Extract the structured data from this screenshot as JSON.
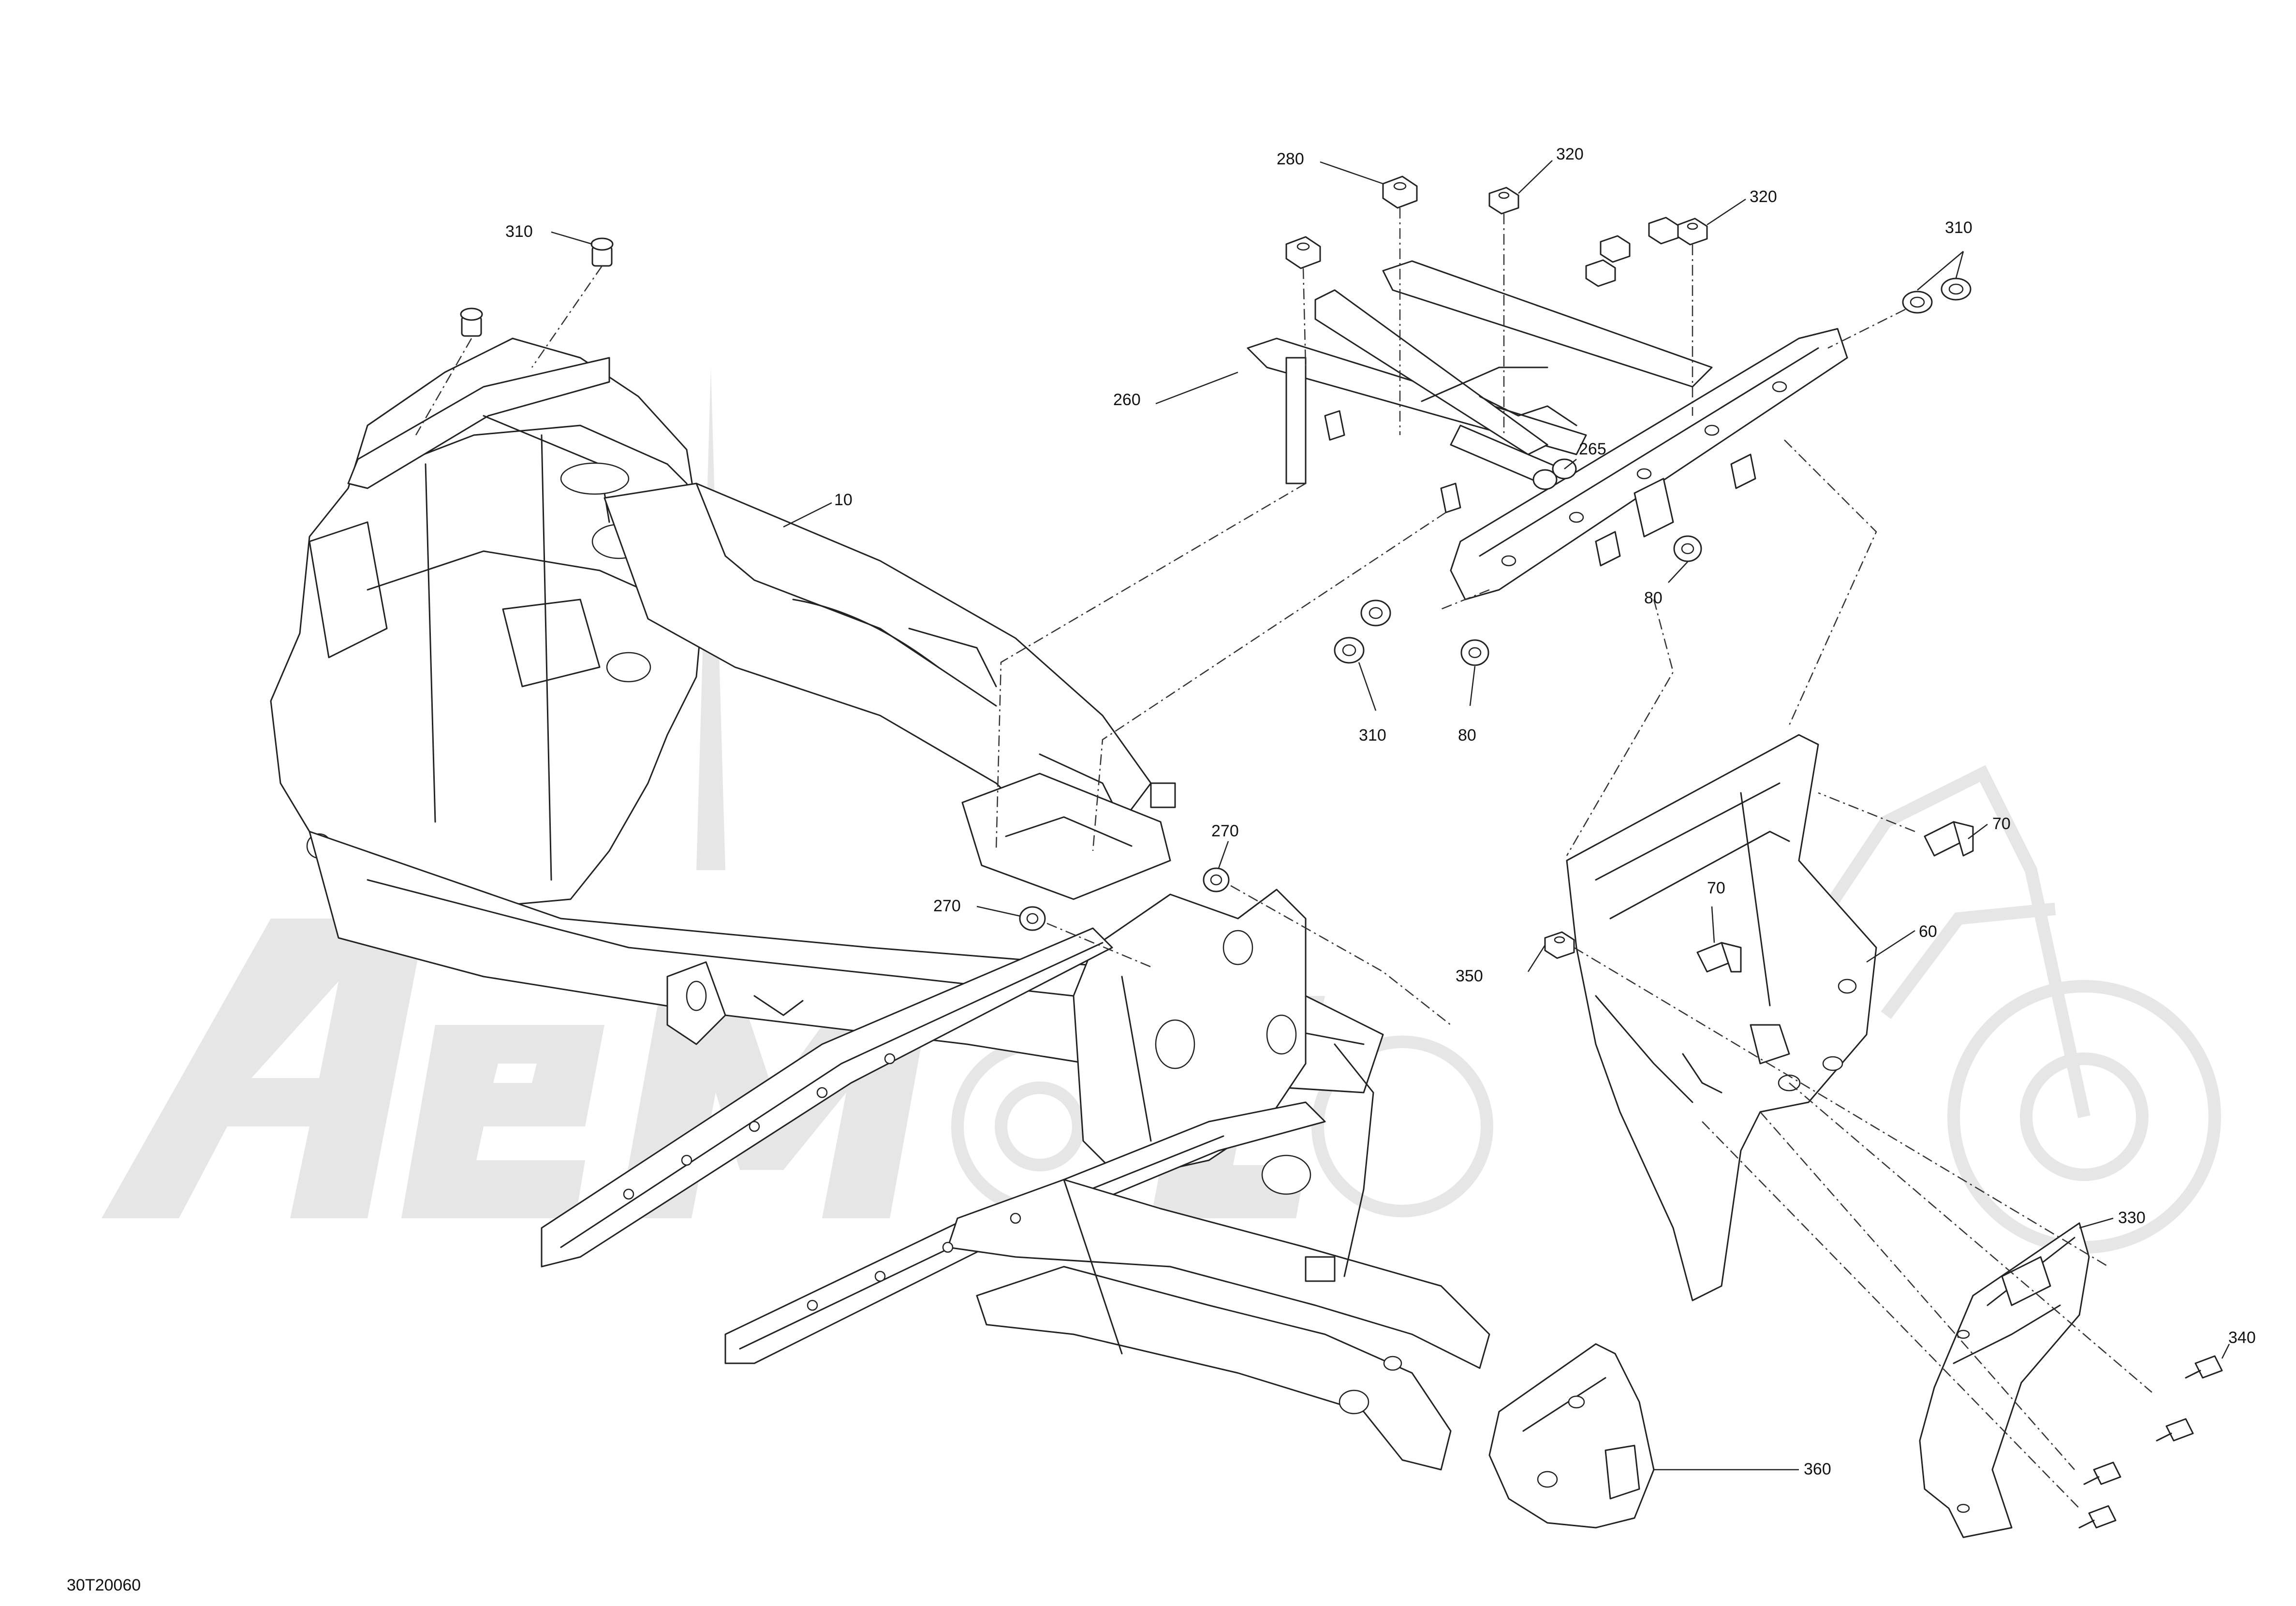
{
  "diagram_code": "30T20060",
  "callouts": [
    {
      "id": "c310a",
      "label": "310"
    },
    {
      "id": "c10",
      "label": "10"
    },
    {
      "id": "c280",
      "label": "280"
    },
    {
      "id": "c320a",
      "label": "320"
    },
    {
      "id": "c320b",
      "label": "320"
    },
    {
      "id": "c310b",
      "label": "310"
    },
    {
      "id": "c260",
      "label": "260"
    },
    {
      "id": "c265",
      "label": "265"
    },
    {
      "id": "c80a",
      "label": "80"
    },
    {
      "id": "c310c",
      "label": "310"
    },
    {
      "id": "c80b",
      "label": "80"
    },
    {
      "id": "c270a",
      "label": "270"
    },
    {
      "id": "c270b",
      "label": "270"
    },
    {
      "id": "c70a",
      "label": "70"
    },
    {
      "id": "c70b",
      "label": "70"
    },
    {
      "id": "c60",
      "label": "60"
    },
    {
      "id": "c350",
      "label": "350"
    },
    {
      "id": "c330",
      "label": "330"
    },
    {
      "id": "c340",
      "label": "340"
    },
    {
      "id": "c360",
      "label": "360"
    }
  ],
  "watermark": {
    "brand_text": "Ae Moto",
    "color": "#e6e6e6"
  },
  "colors": {
    "line": "#222222",
    "background": "#ffffff"
  }
}
